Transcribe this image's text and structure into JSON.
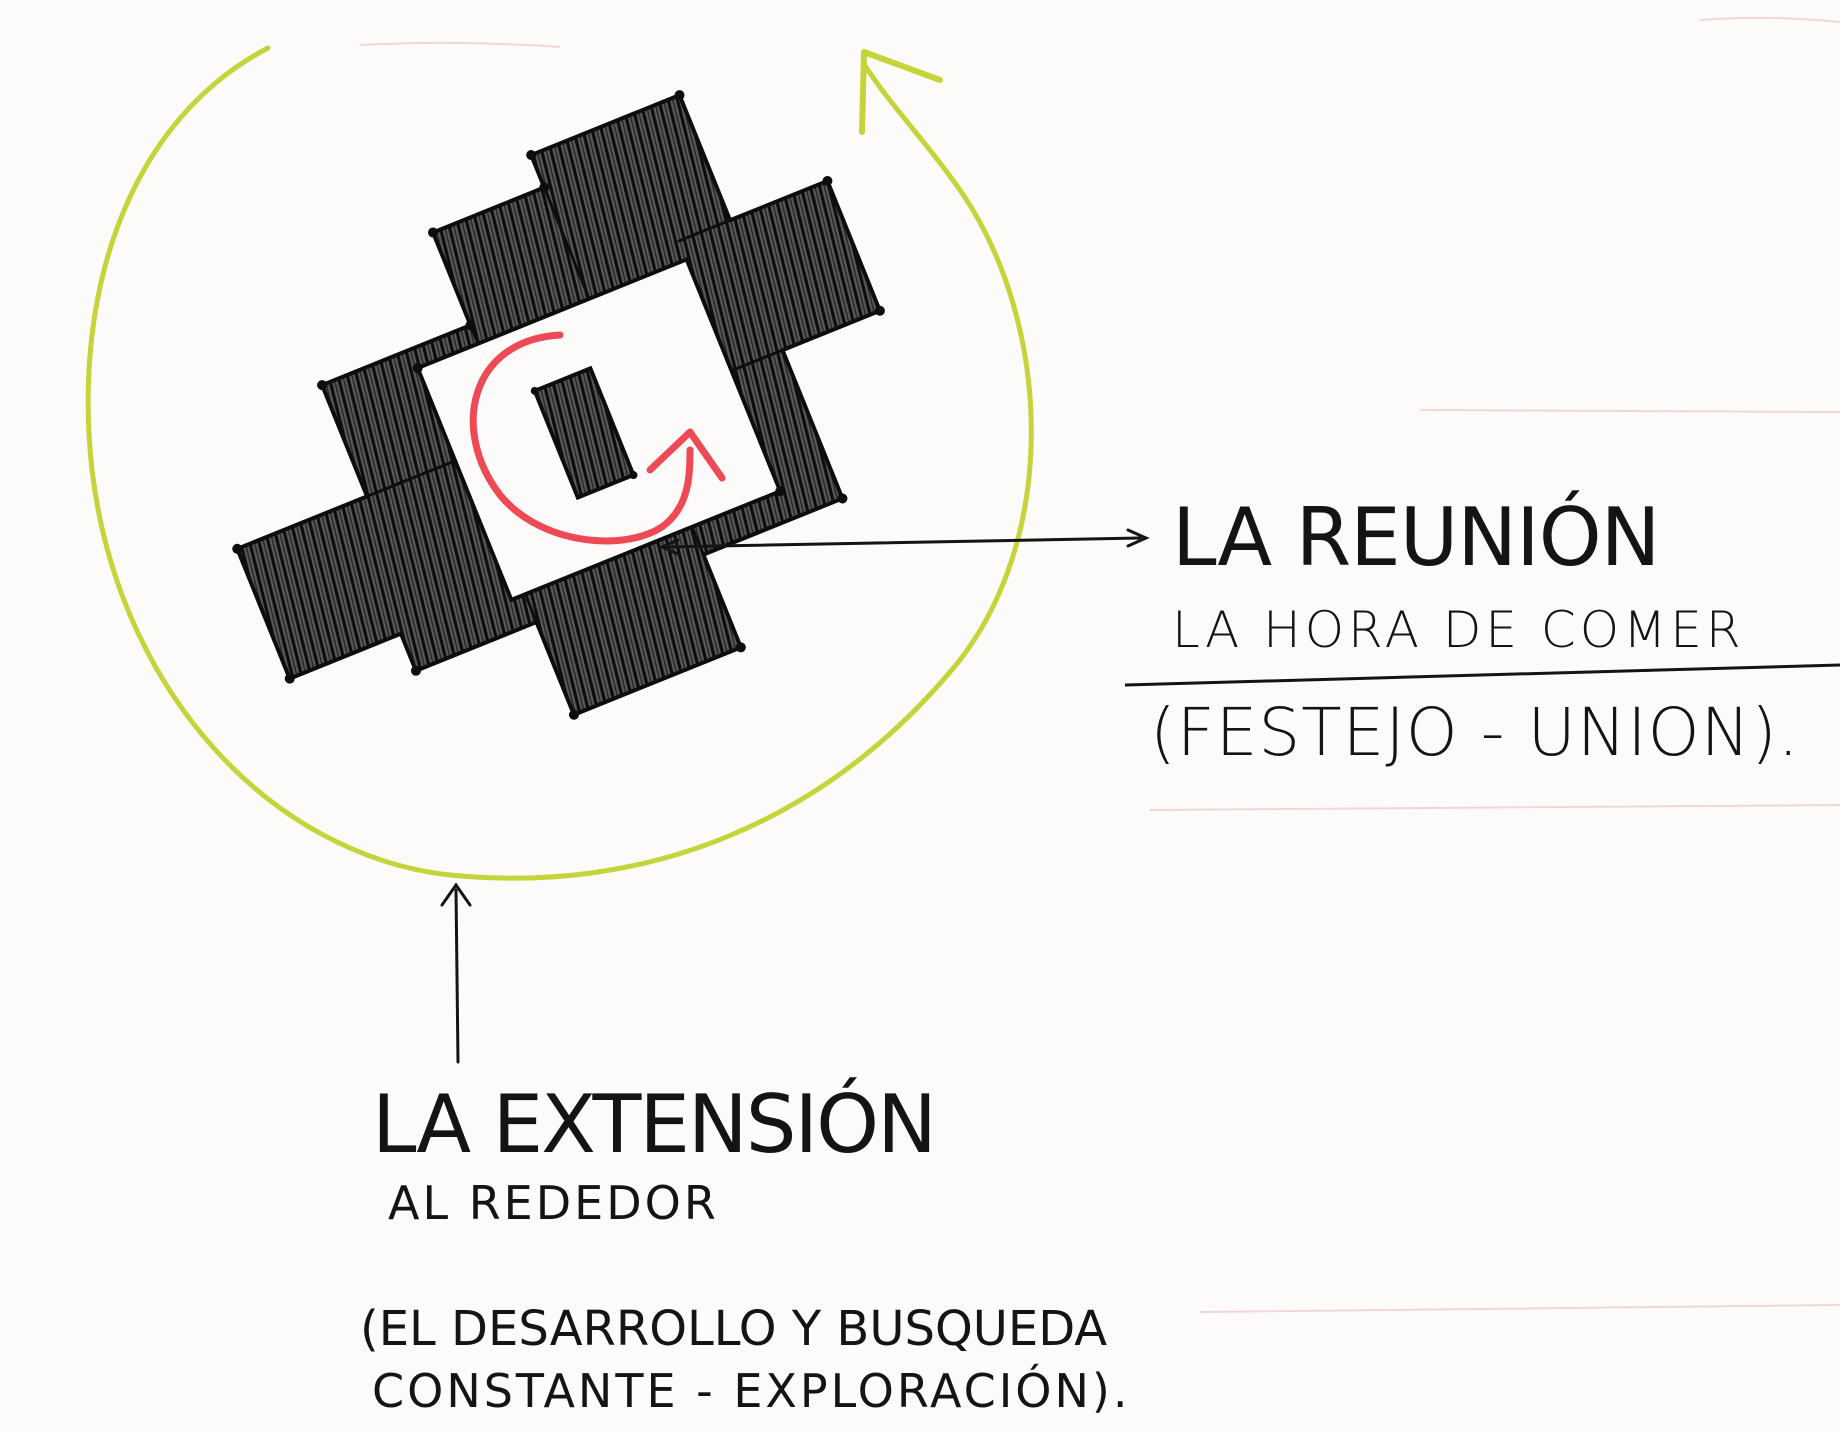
{
  "colors": {
    "paper": "#fdfbfa",
    "ink": "#141414",
    "ring": "#c4d43a",
    "red": "#ee4a56",
    "hatch_fill": "#3a3a3a"
  },
  "labels": {
    "reunion_title": "LA REUNIÓN",
    "reunion_sub": "LA HORA DE COMER",
    "reunion_note": "(FESTEJO - UNION).",
    "extension_title": "LA EXTENSIÓN",
    "extension_sub": "AL REDEDOR",
    "extension_note_line1": "(EL DESARROLLO Y BUSQUEDA",
    "extension_note_line2": "CONSTANTE - EXPLORACIÓN)."
  }
}
